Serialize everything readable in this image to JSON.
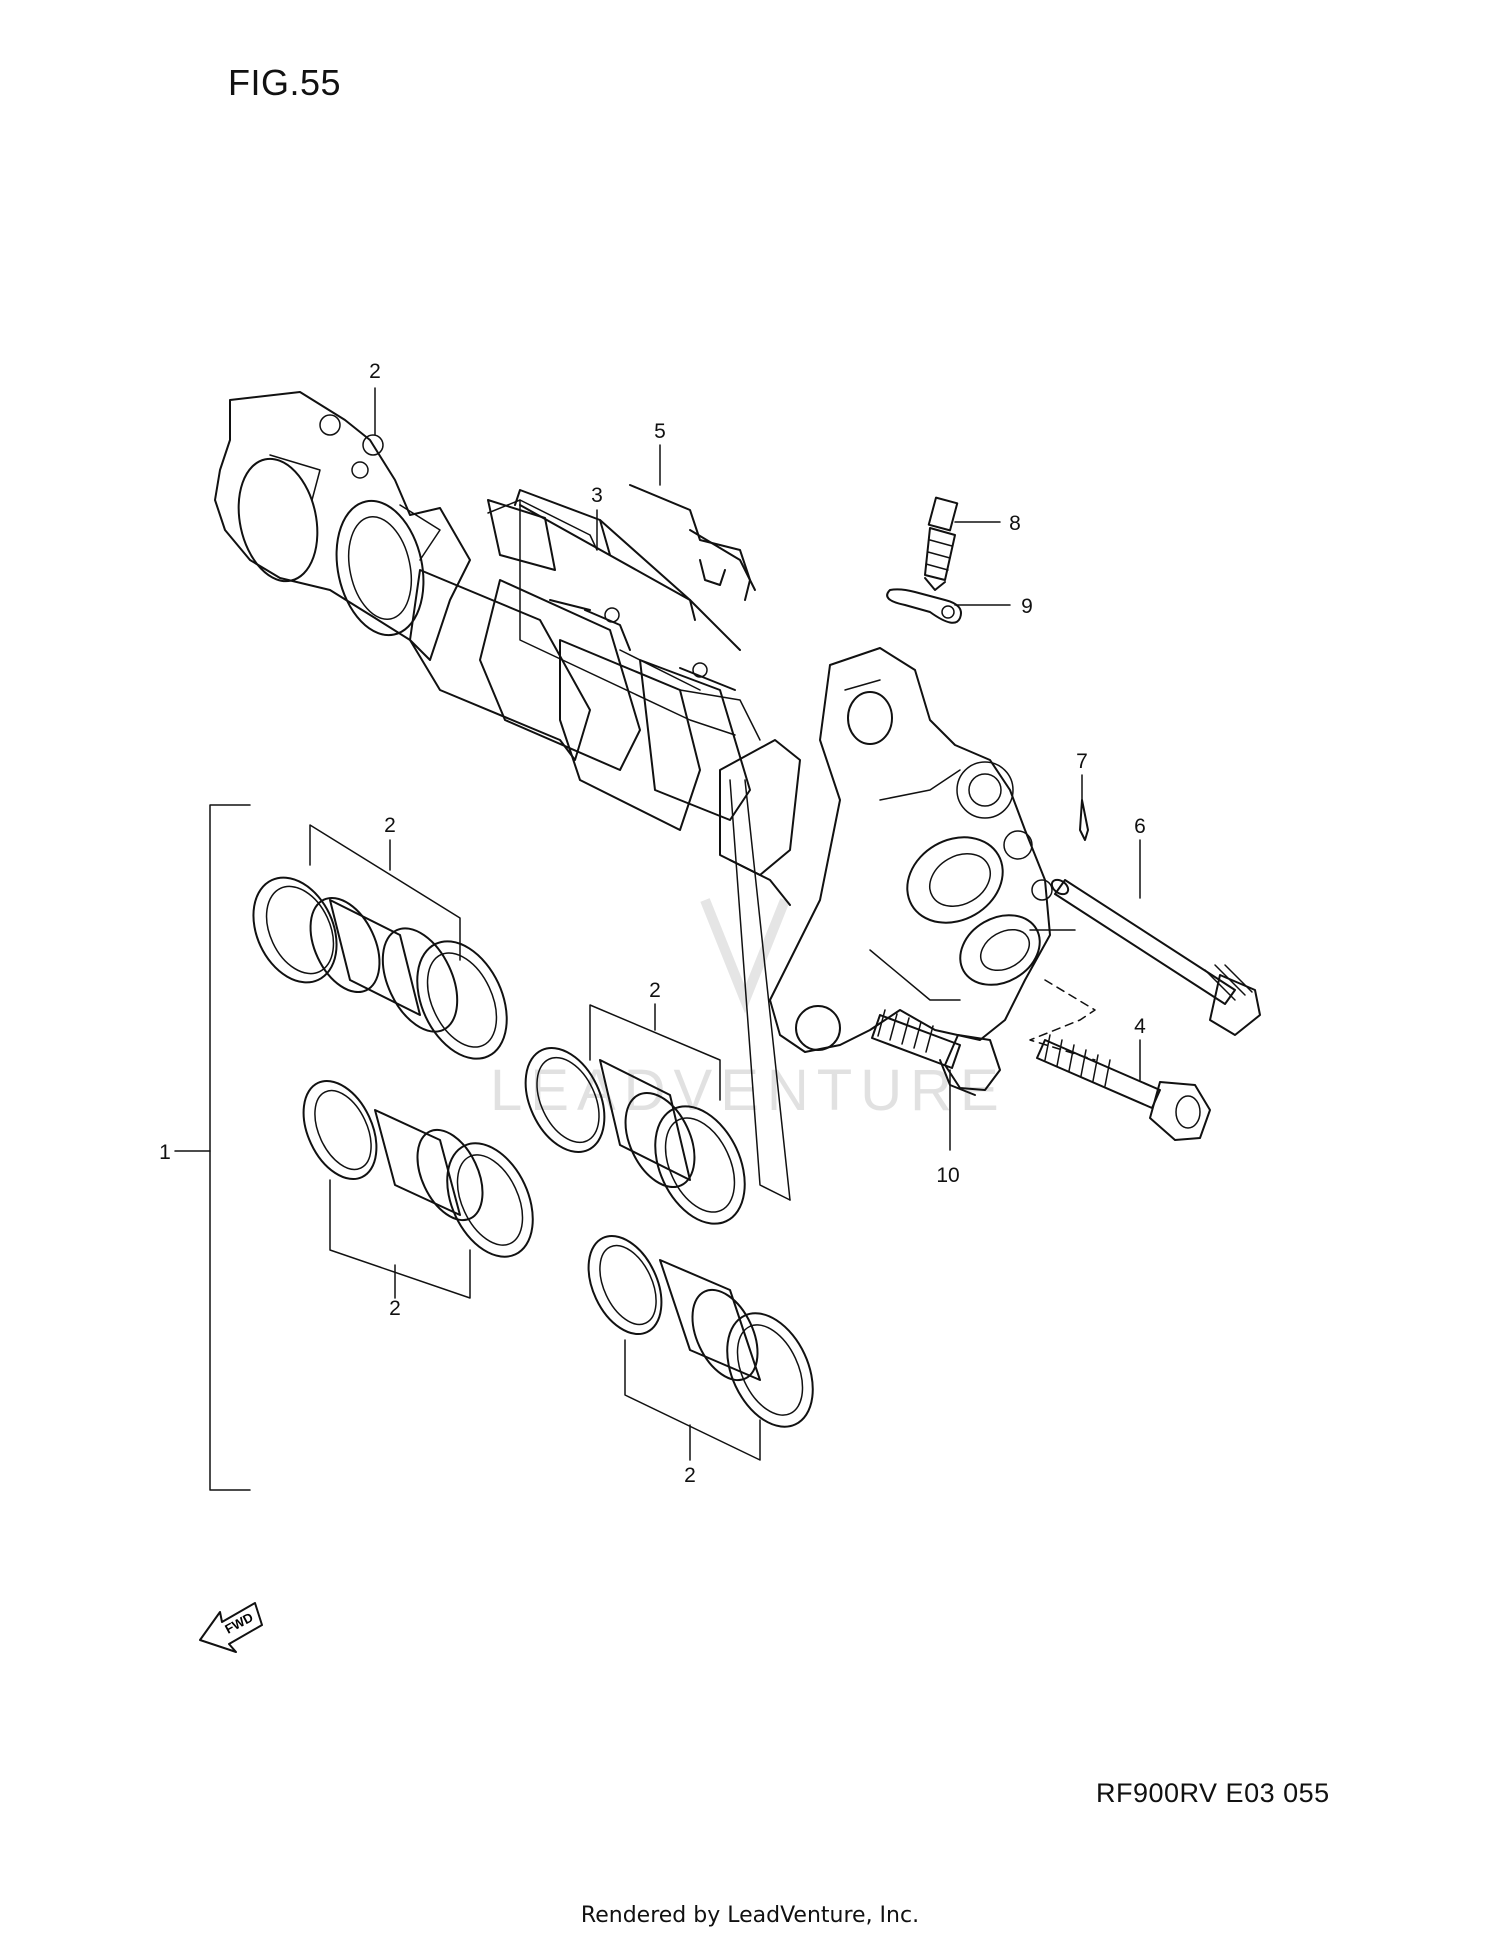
{
  "figure": {
    "title": "FIG.55",
    "code": "RF900RV E03  055"
  },
  "footer": {
    "rendered_by": "Rendered by LeadVenture, Inc."
  },
  "watermark": {
    "text": "LEADVENTURE"
  },
  "fwd_arrow": {
    "text": "FWD"
  },
  "callouts": [
    {
      "id": "c2-top",
      "label": "2"
    },
    {
      "id": "c3",
      "label": "3"
    },
    {
      "id": "c5",
      "label": "5"
    },
    {
      "id": "c8",
      "label": "8"
    },
    {
      "id": "c9",
      "label": "9"
    },
    {
      "id": "c7",
      "label": "7"
    },
    {
      "id": "c6",
      "label": "6"
    },
    {
      "id": "c4",
      "label": "4"
    },
    {
      "id": "c10",
      "label": "10"
    },
    {
      "id": "c1",
      "label": "1"
    },
    {
      "id": "c2-piston-a",
      "label": "2"
    },
    {
      "id": "c2-piston-b",
      "label": "2"
    },
    {
      "id": "c2-piston-c",
      "label": "2"
    },
    {
      "id": "c2-piston-d",
      "label": "2"
    }
  ]
}
